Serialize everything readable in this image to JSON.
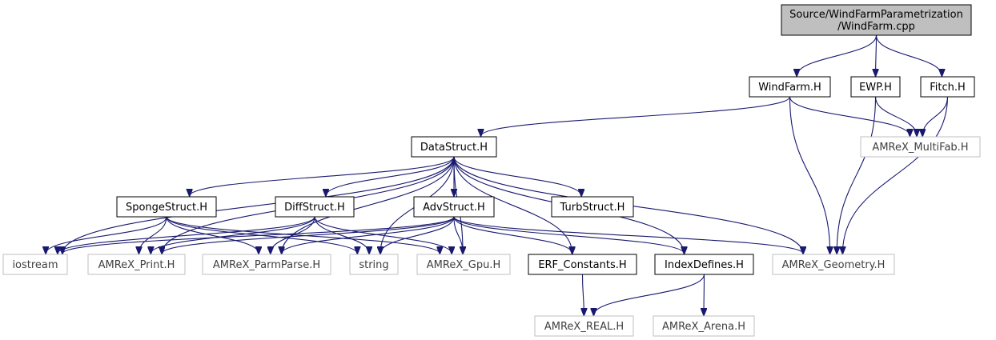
{
  "nodes": [
    {
      "id": "root",
      "lines": [
        "Source/WindFarmParametrization",
        "/WindFarm.cpp"
      ],
      "kind": "root",
      "icon": "file-icon"
    },
    {
      "id": "windfarm_h",
      "lines": [
        "WindFarm.H"
      ],
      "kind": "internal"
    },
    {
      "id": "ewp_h",
      "lines": [
        "EWP.H"
      ],
      "kind": "internal"
    },
    {
      "id": "fitch_h",
      "lines": [
        "Fitch.H"
      ],
      "kind": "internal"
    },
    {
      "id": "datastruct_h",
      "lines": [
        "DataStruct.H"
      ],
      "kind": "internal"
    },
    {
      "id": "multifab_h",
      "lines": [
        "AMReX_MultiFab.H"
      ],
      "kind": "external"
    },
    {
      "id": "spongestruct_h",
      "lines": [
        "SpongeStruct.H"
      ],
      "kind": "internal"
    },
    {
      "id": "diffstruct_h",
      "lines": [
        "DiffStruct.H"
      ],
      "kind": "internal"
    },
    {
      "id": "advstruct_h",
      "lines": [
        "AdvStruct.H"
      ],
      "kind": "internal"
    },
    {
      "id": "turbstruct_h",
      "lines": [
        "TurbStruct.H"
      ],
      "kind": "internal"
    },
    {
      "id": "iostream",
      "lines": [
        "iostream"
      ],
      "kind": "external"
    },
    {
      "id": "print_h",
      "lines": [
        "AMReX_Print.H"
      ],
      "kind": "external"
    },
    {
      "id": "parmparse_h",
      "lines": [
        "AMReX_ParmParse.H"
      ],
      "kind": "external"
    },
    {
      "id": "string",
      "lines": [
        "string"
      ],
      "kind": "external"
    },
    {
      "id": "gpu_h",
      "lines": [
        "AMReX_Gpu.H"
      ],
      "kind": "external"
    },
    {
      "id": "erf_constants_h",
      "lines": [
        "ERF_Constants.H"
      ],
      "kind": "internal"
    },
    {
      "id": "indexdefines_h",
      "lines": [
        "IndexDefines.H"
      ],
      "kind": "internal"
    },
    {
      "id": "geometry_h",
      "lines": [
        "AMReX_Geometry.H"
      ],
      "kind": "external"
    },
    {
      "id": "real_h",
      "lines": [
        "AMReX_REAL.H"
      ],
      "kind": "external"
    },
    {
      "id": "arena_h",
      "lines": [
        "AMReX_Arena.H"
      ],
      "kind": "external"
    }
  ],
  "edges": [
    [
      "root",
      "windfarm_h"
    ],
    [
      "root",
      "ewp_h"
    ],
    [
      "root",
      "fitch_h"
    ],
    [
      "windfarm_h",
      "datastruct_h"
    ],
    [
      "windfarm_h",
      "multifab_h"
    ],
    [
      "windfarm_h",
      "geometry_h"
    ],
    [
      "ewp_h",
      "multifab_h"
    ],
    [
      "ewp_h",
      "geometry_h"
    ],
    [
      "fitch_h",
      "multifab_h"
    ],
    [
      "fitch_h",
      "geometry_h"
    ],
    [
      "datastruct_h",
      "spongestruct_h"
    ],
    [
      "datastruct_h",
      "diffstruct_h"
    ],
    [
      "datastruct_h",
      "advstruct_h"
    ],
    [
      "datastruct_h",
      "turbstruct_h"
    ],
    [
      "datastruct_h",
      "iostream"
    ],
    [
      "datastruct_h",
      "print_h"
    ],
    [
      "datastruct_h",
      "parmparse_h"
    ],
    [
      "datastruct_h",
      "string"
    ],
    [
      "datastruct_h",
      "gpu_h"
    ],
    [
      "datastruct_h",
      "erf_constants_h"
    ],
    [
      "datastruct_h",
      "indexdefines_h"
    ],
    [
      "datastruct_h",
      "geometry_h"
    ],
    [
      "spongestruct_h",
      "iostream"
    ],
    [
      "spongestruct_h",
      "print_h"
    ],
    [
      "spongestruct_h",
      "parmparse_h"
    ],
    [
      "spongestruct_h",
      "string"
    ],
    [
      "spongestruct_h",
      "gpu_h"
    ],
    [
      "diffstruct_h",
      "iostream"
    ],
    [
      "diffstruct_h",
      "print_h"
    ],
    [
      "diffstruct_h",
      "parmparse_h"
    ],
    [
      "diffstruct_h",
      "string"
    ],
    [
      "diffstruct_h",
      "gpu_h"
    ],
    [
      "advstruct_h",
      "iostream"
    ],
    [
      "advstruct_h",
      "print_h"
    ],
    [
      "advstruct_h",
      "parmparse_h"
    ],
    [
      "advstruct_h",
      "string"
    ],
    [
      "advstruct_h",
      "gpu_h"
    ],
    [
      "advstruct_h",
      "erf_constants_h"
    ],
    [
      "advstruct_h",
      "indexdefines_h"
    ],
    [
      "advstruct_h",
      "geometry_h"
    ],
    [
      "erf_constants_h",
      "real_h"
    ],
    [
      "indexdefines_h",
      "real_h"
    ],
    [
      "indexdefines_h",
      "arena_h"
    ]
  ],
  "colors": {
    "edge": "#191970",
    "root_fill": "#bfbfbf",
    "internal_border": "#000000",
    "external_border": "#bfbfbf"
  }
}
